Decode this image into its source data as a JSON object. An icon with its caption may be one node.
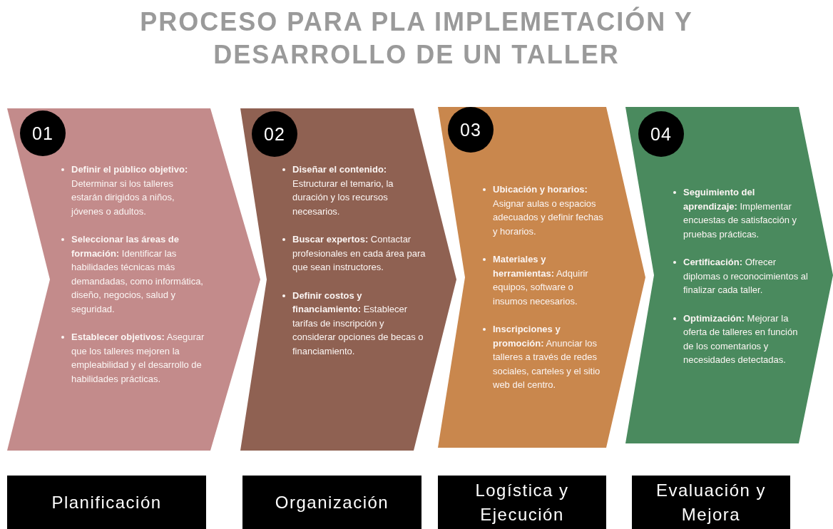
{
  "diagram": {
    "title": "PROCESO PARA PLA IMPLEMETACIÓN Y DESARROLLO DE UN TALLER",
    "nodes": [
      {
        "text": [
          "**Definir el público objetivo:** Determinar si los talleres estarán dirigidos a niños, jóvenes o adultos.",
          "**Seleccionar las áreas de formación:** Identificar las habilidades técnicas más demandadas, como informática, diseño, negocios, salud y seguridad.",
          "**Establecer objetivos:** Asegurar que los talleres mejoren la empleabilidad y el desarrollo de habilidades prácticas."
        ]
      },
      {
        "text": [
          "01"
        ],
        "in": 0
      },
      {
        "text": [
          "**Diseñar el contenido:** Estructurar el temario, la duración y los recursos necesarios.",
          "**Buscar expertos:** Contactar profesionales en cada área para que sean instructores.",
          "**Definir costos y financiamiento:** Establecer tarifas de inscripción y considerar opciones de becas o financiamiento."
        ]
      },
      {
        "text": [
          "02"
        ],
        "in": 2
      },
      {
        "text": [
          "**Ubicación y horarios:** Asignar aulas o espacios adecuados y definir fechas y horarios.",
          "**Materiales y herramientas:** Adquirir equipos, software o insumos necesarios.",
          "**Inscripciones y promoción:** Anunciar los talleres a través de redes sociales, carteles y el sitio web del centro."
        ]
      },
      {
        "text": [
          "03"
        ],
        "in": 4
      },
      {
        "text": [
          "**Seguimiento del aprendizaje:** Implementar encuestas de satisfacción y pruebas prácticas.",
          "**Certificación:** Ofrecer diplomas o reconocimientos al finalizar cada taller.",
          "**Optimización:** Mejorar la oferta de talleres en función de los comentarios y necesidades detectadas."
        ]
      },
      {
        "text": [
          "04"
        ],
        "in": 6
      },
      {
        "text": [
          "Planificación"
        ]
      },
      {
        "text": [
          "Organización"
        ]
      },
      {
        "text": [
          "Logística y Ejecución"
        ]
      },
      {
        "text": [
          "Evaluación y Mejora"
        ]
      }
    ],
    "edges": []
  }
}
